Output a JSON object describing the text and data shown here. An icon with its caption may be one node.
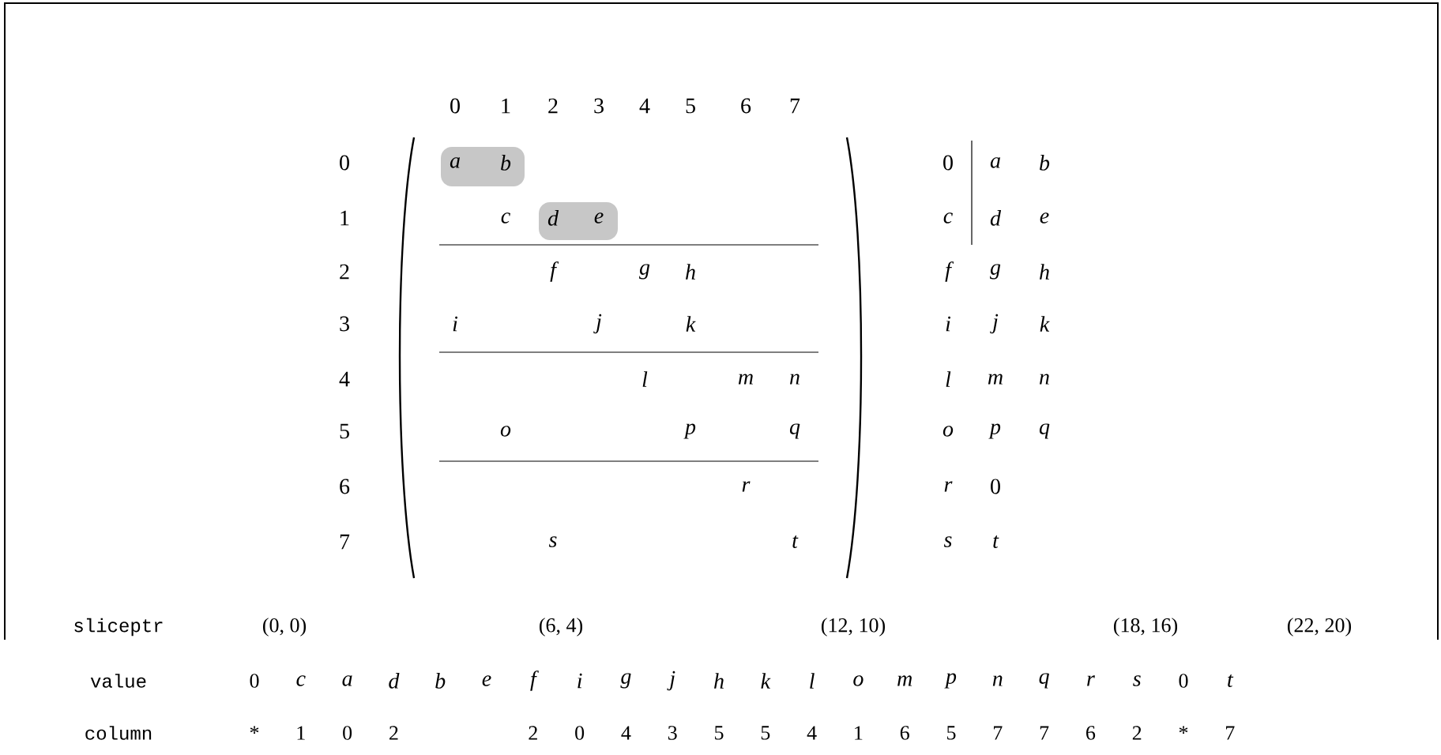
{
  "diagram": {
    "labels": [
      "0",
      "1",
      "2",
      "3",
      "4",
      "5",
      "6",
      "7",
      "0",
      "a",
      "b",
      "0",
      "a",
      "b",
      "1",
      "c",
      "d",
      "e",
      "c",
      "d",
      "e",
      "2",
      "f",
      "g",
      "h",
      "f",
      "g",
      "h",
      "3",
      "i",
      "j",
      "k",
      "i",
      "j",
      "k",
      "4",
      "l",
      "m",
      "n",
      "l",
      "m",
      "n",
      "5",
      "o",
      "p",
      "q",
      "o",
      "p",
      "q",
      "6",
      "r",
      "r",
      "0",
      "7",
      "s",
      "t",
      "s",
      "t",
      "sliceptr",
      "(0, 0)",
      "(6, 4)",
      "(12, 10)",
      "(18, 16)",
      "(22, 20)",
      "value",
      "0",
      "c",
      "a",
      "d",
      "b",
      "e",
      "f",
      "i",
      "g",
      "j",
      "h",
      "k",
      "l",
      "o",
      "m",
      "p",
      "n",
      "q",
      "r",
      "s",
      "0",
      "t",
      "column",
      "*",
      "1",
      "0",
      "2",
      "2",
      "0",
      "4",
      "3",
      "5",
      "5",
      "4",
      "1",
      "6",
      "5",
      "7",
      "7",
      "6",
      "2",
      "*",
      "7"
    ]
  }
}
